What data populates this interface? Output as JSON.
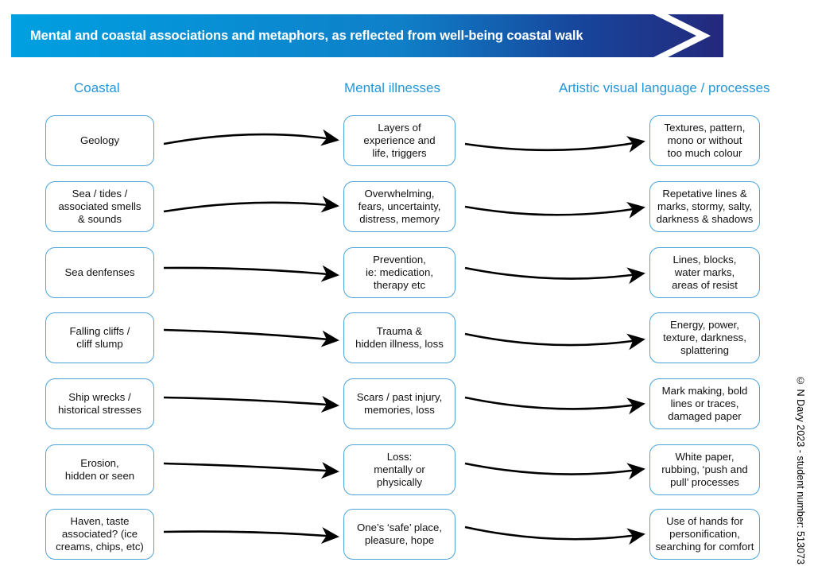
{
  "header": {
    "title": "Mental and coastal associations and metaphors, as reflected from well-being coastal walk",
    "gradient_start": "#00A0E1",
    "gradient_end": "#1F2E77"
  },
  "columns": [
    {
      "heading": "Coastal"
    },
    {
      "heading": "Mental illnesses"
    },
    {
      "heading": "Artistic visual language / processes"
    }
  ],
  "theme": {
    "box_border_color": "#4BA3DC",
    "heading_color": "#2596D8",
    "arrow_color": "#000000"
  },
  "rows": [
    {
      "coastal": "Geology",
      "mental": "Layers of\nexperience and\nlife, triggers",
      "artistic": "Textures, pattern,\nmono or without\ntoo much colour"
    },
    {
      "coastal": "Sea / tides /\nassociated smells\n& sounds",
      "mental": "Overwhelming,\nfears, uncertainty,\ndistress, memory",
      "artistic": "Repetative lines &\nmarks, stormy, salty,\ndarkness & shadows"
    },
    {
      "coastal": "Sea denfenses",
      "mental": "Prevention,\nie: medication,\ntherapy etc",
      "artistic": "Lines, blocks,\nwater marks,\nareas of resist"
    },
    {
      "coastal": "Falling cliffs /\ncliff slump",
      "mental": "Trauma &\nhidden illness, loss",
      "artistic": "Energy, power,\ntexture, darkness,\nsplattering"
    },
    {
      "coastal": "Ship wrecks /\nhistorical stresses",
      "mental": "Scars / past injury,\nmemories, loss",
      "artistic": "Mark making, bold\nlines or traces,\ndamaged paper"
    },
    {
      "coastal": "Erosion,\nhidden or seen",
      "mental": "Loss:\nmentally or\nphysically",
      "artistic": "White paper,\nrubbing, ‘push and\npull’ processes"
    },
    {
      "coastal": "Haven, taste\nassociated? (ice\ncreams, chips, etc)",
      "mental": "One’s ‘safe’ place,\npleasure, hope",
      "artistic": "Use of hands for\npersonification,\nsearching for comfort"
    }
  ],
  "credit": "© N Davy 2023 - student number: 513073"
}
